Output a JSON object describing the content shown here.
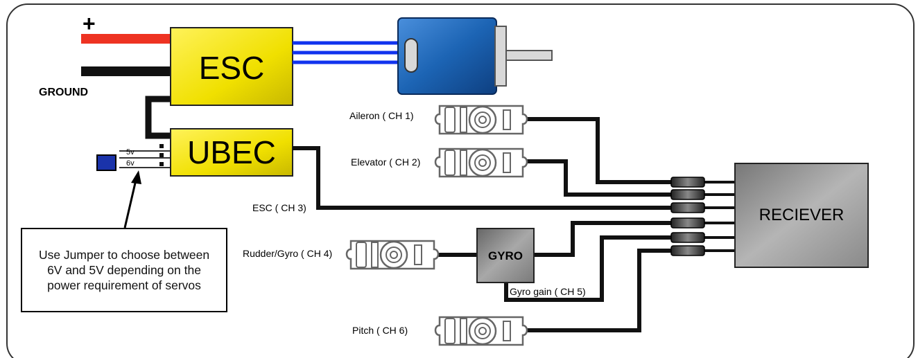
{
  "plus_sign": "+",
  "ground_label": "GROUND",
  "esc_label": "ESC",
  "ubec_label": "UBEC",
  "jumper": {
    "label_5v": "5v",
    "label_6v": "6v"
  },
  "note_text": "Use Jumper to choose between 6V and 5V depending on the power requirement of servos",
  "receiver_label": "RECIEVER",
  "gyro_label": "GYRO",
  "channels": {
    "aileron": "Aileron ( CH 1)",
    "elevator": "Elevator ( CH 2)",
    "esc": "ESC ( CH 3)",
    "rudder": "Rudder/Gyro ( CH 4)",
    "gyro_gain": "Gyro gain  ( CH 5)",
    "pitch": "Pitch ( CH 6)"
  },
  "colors": {
    "positive_wire": "#ee3322",
    "ground_wire": "#111111",
    "esc_fill": "#f2e200",
    "motor_fill": "#1c64b4",
    "motor_wires": "#1133ee",
    "receiver_fill": "#9a9a9a",
    "gyro_fill": "#8a8a8a",
    "jumper_fill": "#1a33aa"
  }
}
